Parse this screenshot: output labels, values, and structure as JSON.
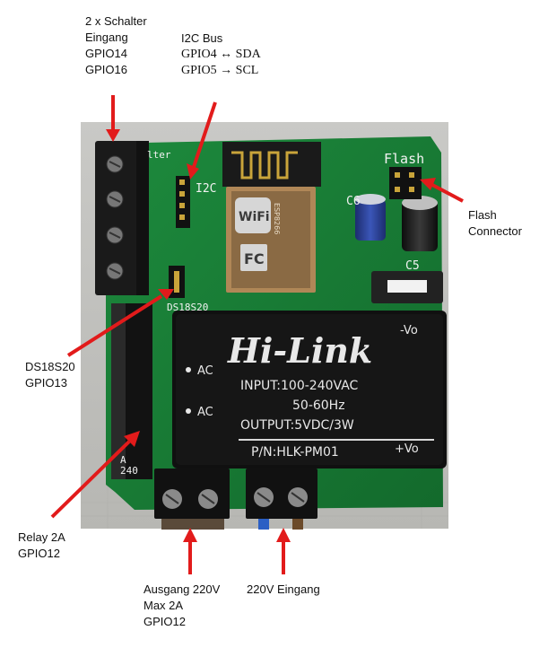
{
  "labels": {
    "switch_input": [
      "2 x Schalter",
      "Eingang",
      "GPIO14",
      "GPIO16"
    ],
    "i2c_bus": [
      "I2C Bus",
      "GPIO4 ↔ SDA",
      "GPIO5 →  SCL"
    ],
    "flash_connector": [
      "Flash",
      "Connector"
    ],
    "ds18s20": [
      "DS18S20",
      "GPIO13"
    ],
    "relay": [
      "Relay 2A",
      "GPIO12"
    ],
    "output": [
      "Ausgang 220V",
      "Max 2A",
      "GPIO12"
    ],
    "input_220v": [
      "220V Eingang"
    ]
  },
  "board_markings": {
    "flash": "Flash",
    "i2c": "I2C",
    "c6": "C6",
    "c5": "C5",
    "ds18s20": "DS18S20",
    "schalter": "lter",
    "vo_minus": "-Vo",
    "vo_plus": "+Vo",
    "ac1": "AC",
    "ac2": "AC",
    "relay_text": "A",
    "relay_text2": "240"
  },
  "module": {
    "brand": "Hi-Link",
    "input": "INPUT:100-240VAC",
    "freq": "50-60Hz",
    "output": "OUTPUT:5VDC/3W",
    "pn": "P/N:HLK-PM01"
  },
  "esp": {
    "wifi": "WiFi",
    "model": "ESP8266",
    "fc": "FC"
  },
  "colors": {
    "arrow": "#e21b1b",
    "pcb": "#1f7a3a",
    "module": "#111111"
  }
}
